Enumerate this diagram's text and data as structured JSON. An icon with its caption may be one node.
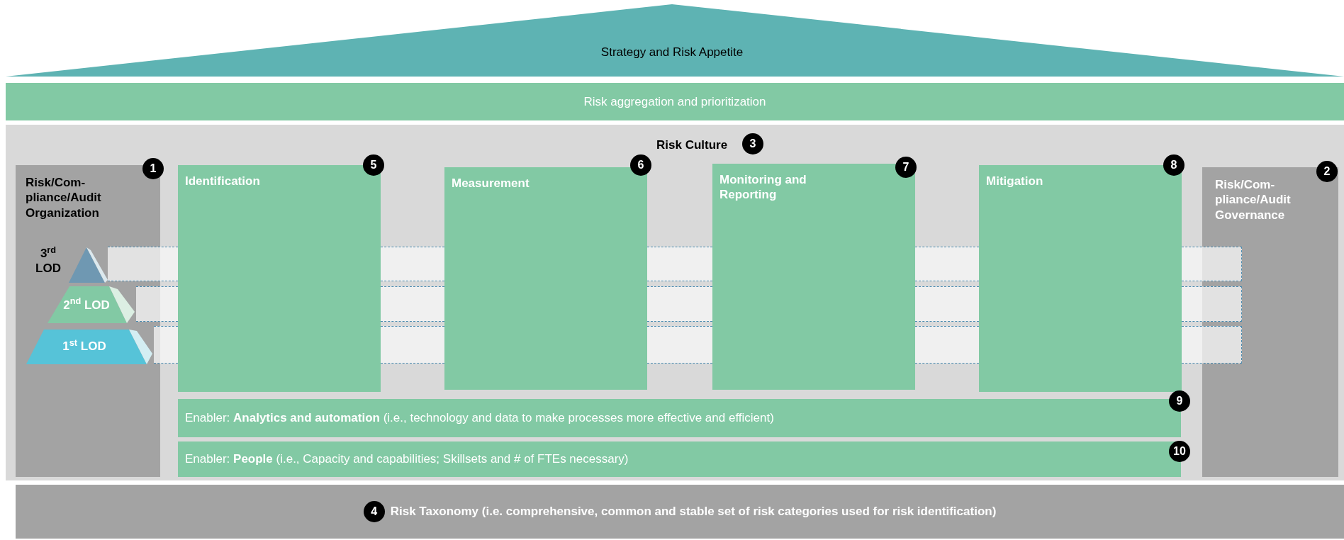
{
  "diagram": {
    "nodes": [
      {
        "text": [
          "Strategy and Risk Appetite"
        ]
      },
      {
        "text": [
          "Risk aggregation and prioritization"
        ]
      },
      {
        "text": [
          "Risk Culture"
        ]
      },
      {
        "text": [
          "3"
        ],
        "in": 2
      },
      {
        "text": [
          "Risk/Com- pliance/Audit Organization"
        ],
        "in": 2
      },
      {
        "text": [
          "1"
        ],
        "in": 2
      },
      {
        "text": [
          "Identification"
        ],
        "in": 2
      },
      {
        "text": [
          "5"
        ],
        "in": 2
      },
      {
        "text": [
          "Measurement"
        ],
        "in": 2
      },
      {
        "text": [
          "6"
        ],
        "in": 2
      },
      {
        "text": [
          "Monitoring and Reporting"
        ],
        "in": 2
      },
      {
        "text": [
          "7"
        ],
        "in": 2
      },
      {
        "text": [
          "Mitigation"
        ],
        "in": 2
      },
      {
        "text": [
          "8"
        ],
        "in": 2
      },
      {
        "text": [
          "Risk/Com- pliance/Audit Governance"
        ],
        "in": 2
      },
      {
        "text": [
          "2"
        ],
        "in": 2
      },
      {
        "text": [],
        "shape": "bar",
        "in": 2
      },
      {
        "text": [],
        "shape": "bar",
        "in": 2
      },
      {
        "text": [],
        "shape": "bar",
        "in": 2
      },
      {
        "text": [],
        "shape": "bar",
        "in": 2
      },
      {
        "text": [],
        "shape": "bar",
        "in": 2
      },
      {
        "text": [],
        "shape": "bar",
        "in": 2
      },
      {
        "text": [],
        "shape": "bar",
        "in": 2
      },
      {
        "text": [],
        "shape": "bar",
        "in": 2
      },
      {
        "text": [],
        "shape": "bar",
        "in": 2
      },
      {
        "text": [],
        "shape": "bar",
        "in": 2
      },
      {
        "text": [],
        "shape": "bar",
        "in": 2
      },
      {
        "text": [],
        "shape": "bar",
        "in": 2
      },
      {
        "text": [],
        "shape": "bar",
        "in": 2
      },
      {
        "text": [],
        "shape": "bar",
        "in": 2
      },
      {
        "text": [],
        "shape": "bar",
        "in": 2
      },
      {
        "text": [
          "3$^{rd}$ LOD"
        ],
        "in": 4
      },
      {
        "text": [
          "2$^{nd}$ LOD"
        ],
        "in": 4
      },
      {
        "text": [
          "1$^{st}$ LOD"
        ],
        "in": 4
      },
      {
        "text": [
          "Enabler: **Analytics and automation** (i.e., technology and data to make processes more effective and efficient)"
        ],
        "in": 2
      },
      {
        "text": [
          "9"
        ],
        "in": 2
      },
      {
        "text": [
          "Enabler: **People** (i.e., Capacity and capabilities; Skillsets and # of FTEs necessary)"
        ],
        "in": 2
      },
      {
        "text": [
          "10"
        ],
        "in": 2
      },
      {
        "text": [
          "Risk Taxonomy (i.e. comprehensive, common and stable set of risk categories used for risk identification)"
        ]
      },
      {
        "text": [
          "4"
        ],
        "in": 38
      }
    ],
    "edges": []
  }
}
